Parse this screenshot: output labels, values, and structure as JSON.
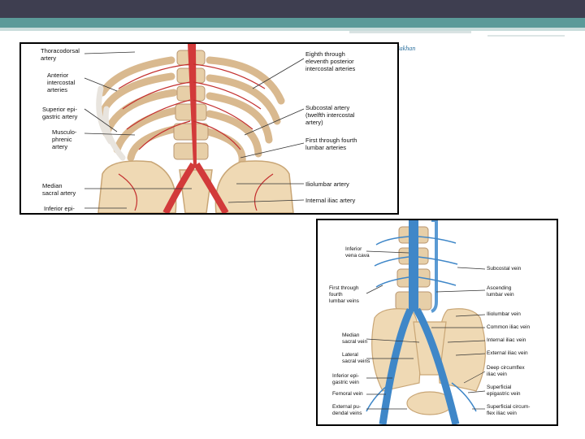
{
  "slide": {
    "author": "Dr. Nasir Bakhan"
  },
  "figure_arteries": {
    "labels_left": [
      "Thoracodorsal\nartery",
      "Anterior\nintercostal\narteries",
      "Superior epi-\ngastric artery",
      "Musculo-\nphrenic\nartery",
      "Median\nsacral artery",
      "Inferior epi-"
    ],
    "labels_right": [
      "Eighth through\neleventh posterior\nintercostal arteries",
      "Subcostal artery\n(twelfth intercostal\nartery)",
      "First through fourth\nlumbar arteries",
      "Iliolumbar artery",
      "Internal iliac artery"
    ]
  },
  "figure_veins": {
    "labels_left": [
      "Inferior\nvena cava",
      "First through\nfourth\nlumbar veins",
      "Median\nsacral vein",
      "Lateral\nsacral veins",
      "Inferior epi-\ngastric vein",
      "Femoral vein",
      "External pu-\ndendal veins"
    ],
    "labels_right": [
      "Subcostal vein",
      "Ascending\nlumbar vein",
      "Iliolumbar vein",
      "Common iliac vein",
      "Internal iliac vein",
      "External iliac vein",
      "Deep circumflex\niliac vein",
      "Superficial\nepigastric vein",
      "Superficial circum-\nflex iliac vein"
    ]
  }
}
